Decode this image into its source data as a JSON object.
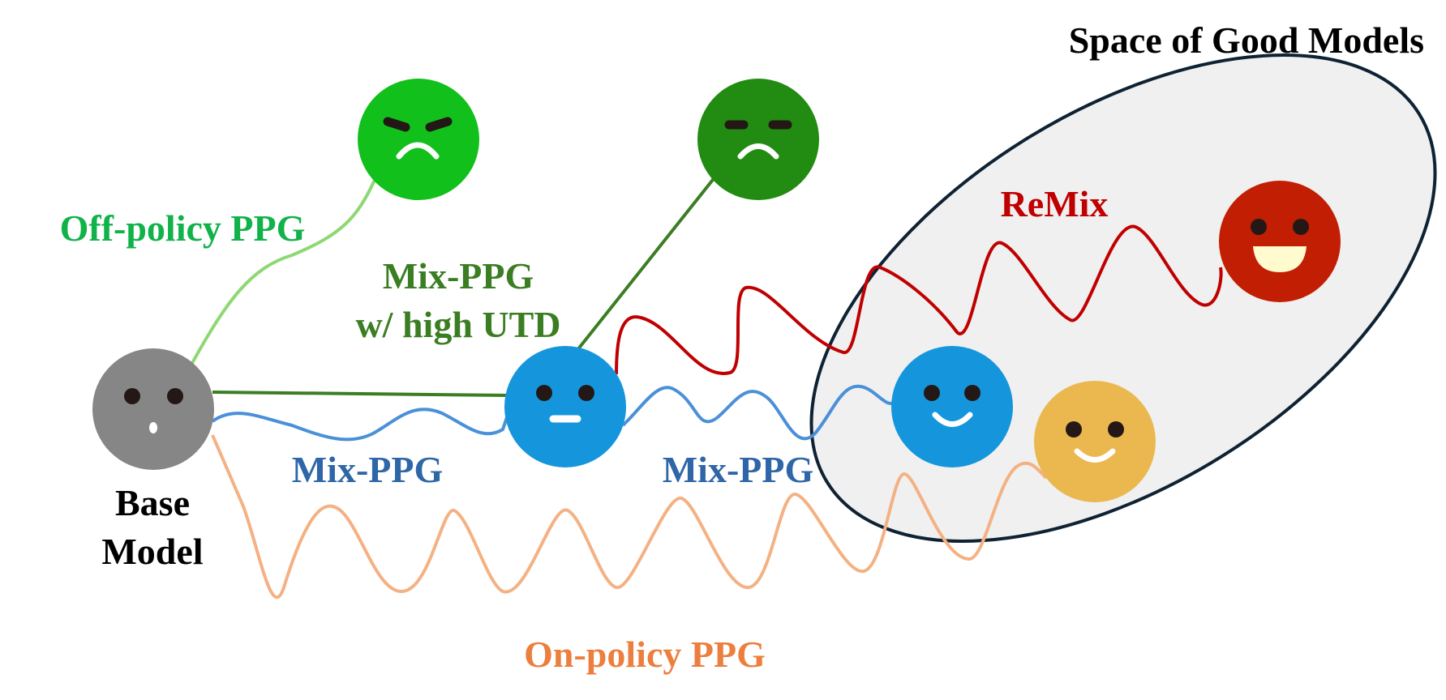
{
  "title": "Space of Good Models",
  "labels": {
    "base_model_line1": "Base",
    "base_model_line2": "Model",
    "off_policy": "Off-policy PPG",
    "mix_high_utd_line1": "Mix-PPG",
    "mix_high_utd_line2": "w/ high UTD",
    "mix_ppg_1": "Mix-PPG",
    "mix_ppg_2": "Mix-PPG",
    "remix": "ReMix",
    "on_policy": "On-policy PPG"
  },
  "colors": {
    "title": "#000000",
    "off_policy": "#12b24a",
    "mix_high_utd": "#3b7d23",
    "mix_ppg": "#2f66a8",
    "remix": "#c00000",
    "on_policy": "#ec7e3e",
    "region_fill": "#f0f0f0",
    "region_stroke": "#0e2233"
  },
  "faces": [
    {
      "name": "base-model-face",
      "expression": "surprised",
      "color": "#868686"
    },
    {
      "name": "off-policy-face",
      "expression": "angry-frown",
      "color": "#11c01a"
    },
    {
      "name": "mix-high-utd-face",
      "expression": "frown",
      "color": "#228b12"
    },
    {
      "name": "mix-ppg-intermediate-face",
      "expression": "neutral",
      "color": "#1596dc"
    },
    {
      "name": "mix-ppg-final-face",
      "expression": "smile",
      "color": "#1596dc"
    },
    {
      "name": "on-policy-final-face",
      "expression": "smile",
      "color": "#ebb84f"
    },
    {
      "name": "remix-final-face",
      "expression": "grin",
      "color": "#c11e03"
    }
  ]
}
